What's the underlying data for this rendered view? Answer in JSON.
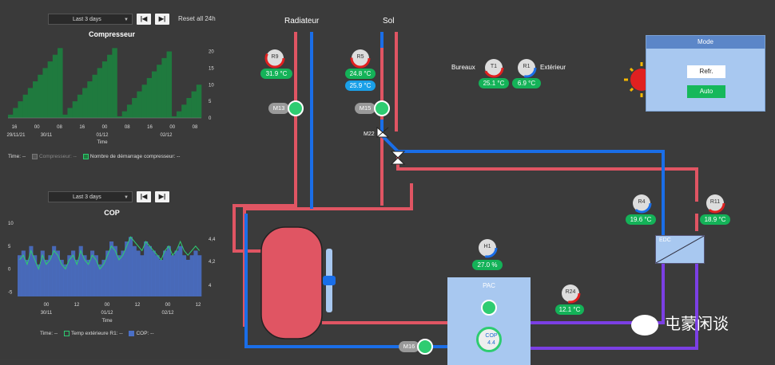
{
  "left_panel": {
    "top_controls": {
      "range_select": "Last 3 days",
      "prev_btn": "|◀",
      "next_btn": "▶|",
      "reset": "Reset all 24h"
    },
    "bottom_controls": {
      "range_select": "Last 3 days",
      "prev_btn": "|◀",
      "next_btn": "▶|"
    }
  },
  "chart_data": [
    {
      "type": "area",
      "title": "Compresseur",
      "xlabel": "Time",
      "x_ticks": [
        "16",
        "00",
        "08",
        "16",
        "00",
        "08",
        "16",
        "00",
        "08"
      ],
      "x_date_labels": [
        "29/11/21",
        "30/11",
        "01/12",
        "02/12"
      ],
      "y_right_ticks": [
        "20",
        "15",
        "10",
        "5",
        "0"
      ],
      "ylim": [
        0,
        23
      ],
      "series": [
        {
          "name": "Nombre de démarrage compresseur:",
          "color": "#1f7a3e",
          "values": [
            1,
            3,
            5,
            7,
            9,
            11,
            13,
            15,
            17,
            19,
            21,
            1,
            3,
            5,
            7,
            9,
            11,
            13,
            15,
            17,
            19,
            21,
            0.5,
            2,
            4,
            6,
            8,
            10,
            12,
            14,
            16,
            18,
            20,
            0.5,
            2,
            4,
            6,
            8,
            10
          ]
        }
      ],
      "legend": {
        "time": "Time: --",
        "items": [
          {
            "label": "Compresseur: --",
            "color": "#555555"
          },
          {
            "label": "Nombre de démarrage compresseur: --",
            "color": "#1f7a3e"
          }
        ]
      }
    },
    {
      "type": "bar",
      "title": "COP",
      "xlabel": "Time",
      "x_ticks": [
        "00",
        "12",
        "00",
        "12",
        "00",
        "12"
      ],
      "x_date_labels": [
        "30/11",
        "01/12",
        "02/12"
      ],
      "y_left_ticks": [
        "10",
        "5",
        "0",
        "-5"
      ],
      "y_right_ticks": [
        "4,4",
        "4,2",
        "4"
      ],
      "ylim": [
        -6,
        10
      ],
      "series": [
        {
          "name": "COP:",
          "color": "#4a6fc6",
          "values": [
            3,
            4,
            2,
            5,
            3,
            1,
            4,
            2,
            3,
            5,
            4,
            2,
            1,
            3,
            4,
            2,
            5,
            3,
            2,
            4,
            3,
            1,
            2,
            4,
            6,
            5,
            3,
            4,
            6,
            7,
            5,
            4,
            3,
            6,
            5,
            4,
            3,
            2,
            4,
            5,
            3,
            4,
            5,
            3,
            2,
            3,
            4,
            3
          ]
        },
        {
          "name": "Temp extérieure R1:",
          "color": "#2ecc71",
          "values": [
            2,
            3,
            1,
            4,
            2,
            0,
            3,
            1,
            2,
            4,
            3,
            1,
            0,
            2,
            3,
            1,
            4,
            2,
            1,
            3,
            2,
            0,
            1,
            3,
            5,
            4,
            2,
            3,
            5,
            7,
            6,
            5,
            4,
            6,
            5,
            4,
            3,
            2,
            4,
            5,
            3,
            4,
            6,
            4,
            3,
            4,
            5,
            4
          ]
        }
      ],
      "legend": {
        "time": "Time: --",
        "items": [
          {
            "label": "Temp extérieure R1: --",
            "color": "#2ecc71"
          },
          {
            "label": "COP: --",
            "color": "#4a6fc6"
          }
        ]
      }
    }
  ],
  "schematic": {
    "pipe_titles": {
      "radiateur": "Radiateur",
      "sol": "Sol"
    },
    "sensors": {
      "r9": {
        "label": "R9",
        "value": "31.9 °C"
      },
      "r5": {
        "label": "R5",
        "value": "24.8 °C",
        "value2": "25.9 °C"
      },
      "t1": {
        "label": "T1",
        "value": "25.1 °C",
        "caption": "Bureaux"
      },
      "r1": {
        "label": "R1",
        "value": "6.9 °C",
        "caption": "Extérieur"
      },
      "r4": {
        "label": "R4",
        "value": "19.6 °C"
      },
      "r11": {
        "label": "R11",
        "value": "18.9 °C"
      },
      "h1": {
        "label": "H1",
        "value": "27.0 %"
      },
      "r24": {
        "label": "R24",
        "value": "12.1 °C"
      }
    },
    "pumps": {
      "m13": "M13",
      "m15": "M15",
      "m16": "M16"
    },
    "valve_m22": "M22",
    "mode": {
      "title": "Mode",
      "refr": "Refr.",
      "auto": "Auto"
    },
    "edc": "EDC",
    "pac": {
      "label": "PAC",
      "cop_label": "COP",
      "cop_value": "4.4"
    }
  },
  "watermark": "屯蒙闲谈"
}
